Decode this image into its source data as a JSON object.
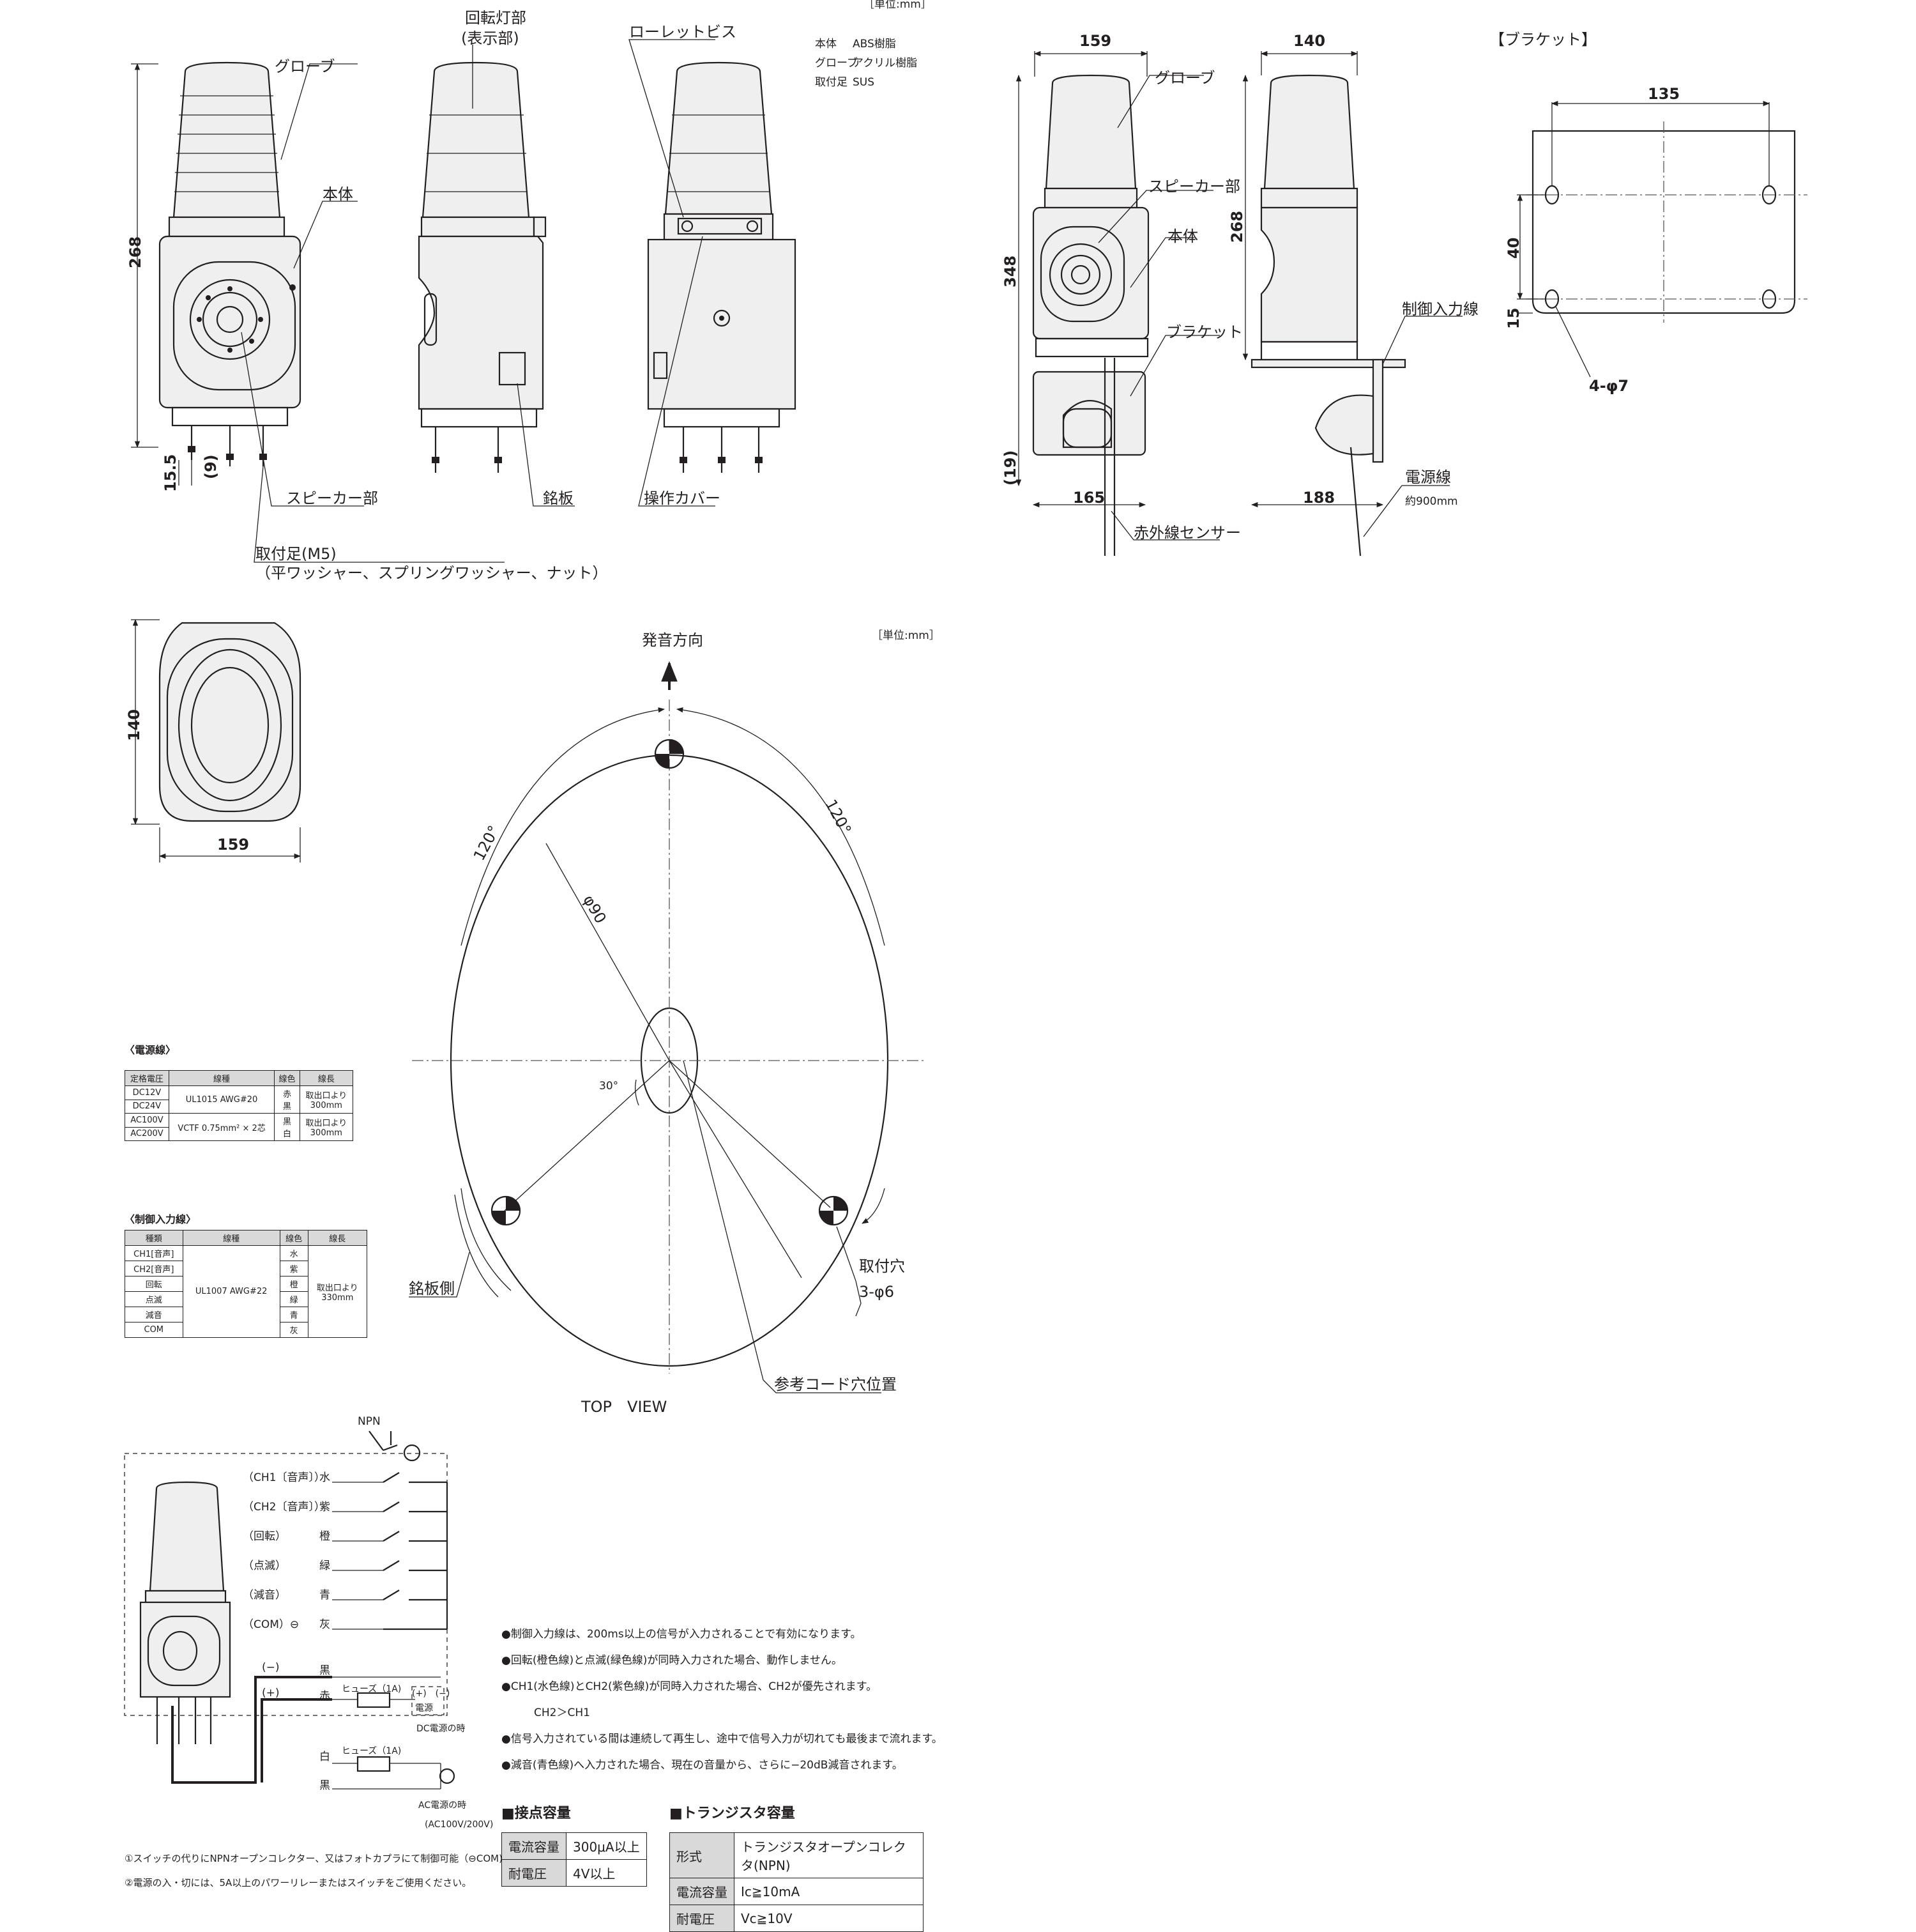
{
  "unit_top": "［単位:mm］",
  "unit_mid": "［単位:mm］",
  "materials": [
    {
      "part": "本体",
      "mat": "ABS樹脂"
    },
    {
      "part": "グローブ",
      "mat": "アクリル樹脂"
    },
    {
      "part": "取付足",
      "mat": "SUS"
    }
  ],
  "front": {
    "globe": "グローブ",
    "body": "本体",
    "speaker": "スピーカー部",
    "foot": "取付足(M5)",
    "foot_sub": "（平ワッシャー、スプリングワッシャー、ナット）",
    "d268": "268",
    "d15_5": "15.5",
    "d9": "(9)"
  },
  "side": {
    "lamp": "回転灯部",
    "lamp_sub": "(表示部)",
    "plate": "銘板"
  },
  "back": {
    "screw": "ローレットビス",
    "cover": "操作カバー"
  },
  "bracket_front": {
    "d159": "159",
    "d348": "348",
    "d19": "(19)",
    "d165": "165",
    "globe": "グローブ",
    "speaker": "スピーカー部",
    "body": "本体",
    "bracket": "ブラケット",
    "sensor": "赤外線センサー"
  },
  "bracket_side": {
    "d140": "140",
    "d268": "268",
    "d188": "188",
    "ctrl": "制御入力線",
    "power": "電源線",
    "power_len": "約900mm"
  },
  "bracket_detail": {
    "title": "【ブラケット】",
    "d135": "135",
    "d40": "40",
    "d15": "15",
    "holes": "4-φ7"
  },
  "top_small": {
    "d140": "140",
    "d159": "159"
  },
  "top_view": {
    "dir": "発音方向",
    "a1": "120°",
    "a2": "120°",
    "phi": "φ90",
    "a30": "30°",
    "hole": "取付穴",
    "hole_n": "3-φ6",
    "plate": "銘板側",
    "cord": "参考コード穴位置",
    "title": "TOP　VIEW"
  },
  "power_table": {
    "title": "〈電源線〉",
    "headers": [
      "定格電圧",
      "線種",
      "線色",
      "線長"
    ],
    "v1": "DC12V",
    "v2": "DC24V",
    "type_dc": "UL1015 AWG#20",
    "col_dc": "赤\n黒",
    "len_dc": "取出口より\n300mm",
    "v3": "AC100V",
    "v4": "AC200V",
    "type_ac": "VCTF 0.75mm² × 2芯",
    "col_ac": "黒\n白",
    "len_ac": "取出口より\n300mm"
  },
  "ctrl_table": {
    "title": "〈制御入力線〉",
    "headers": [
      "種類",
      "線種",
      "線色",
      "線長"
    ],
    "rows": [
      {
        "kind": "CH1[音声]",
        "color": "水"
      },
      {
        "kind": "CH2[音声]",
        "color": "紫"
      },
      {
        "kind": "回転",
        "color": "橙"
      },
      {
        "kind": "点滅",
        "color": "緑"
      },
      {
        "kind": "減音",
        "color": "青"
      },
      {
        "kind": "COM",
        "color": "灰"
      }
    ],
    "type": "UL1007 AWG#22",
    "len": "取出口より\n330mm"
  },
  "wiring": {
    "npn": "NPN",
    "lines": [
      {
        "label": "（CH1〔音声〕）",
        "color": "水"
      },
      {
        "label": "（CH2〔音声〕）",
        "color": "紫"
      },
      {
        "label": "（回転）",
        "color": "橙"
      },
      {
        "label": "（点滅）",
        "color": "緑"
      },
      {
        "label": "（減音）",
        "color": "青"
      },
      {
        "label": "（COM）⊖",
        "color": "灰"
      }
    ],
    "neg": "(−)",
    "pos": "(+)",
    "black": "黒",
    "red": "赤",
    "white": "白",
    "black2": "黒",
    "fuse": "ヒューズ（1A)",
    "dc_pn": "(+)　(−)",
    "dc_src": "電源",
    "dc_when": "DC電源の時",
    "ac_when": "AC電源の時",
    "ac_v": "(AC100V/200V)"
  },
  "notes": [
    "●制御入力線は、200ms以上の信号が入力されることで有効になります。",
    "●回転(橙色線)と点滅(緑色線)が同時入力された場合、動作しません。",
    "●CH1(水色線)とCH2(紫色線)が同時入力された場合、CH2が優先されます。",
    "　　　CH2＞CH1",
    "●信号入力されている間は連続して再生し、途中で信号入力が切れても最後まで流れます。",
    "●減音(青色線)へ入力された場合、現在の音量から、さらに−20dB減音されます。"
  ],
  "footnotes": [
    "①スイッチの代りにNPNオープンコレクター、又はフォトカプラにて制御可能（⊖COM)",
    "②電源の入・切には、5A以上のパワーリレーまたはスイッチをご使用ください。"
  ],
  "contact": {
    "title": "■接点容量",
    "rows": [
      [
        "電流容量",
        "300μA以上"
      ],
      [
        "耐電圧",
        "4V以上"
      ]
    ]
  },
  "transistor": {
    "title": "■トランジスタ容量",
    "rows": [
      [
        "形式",
        "トランジスタオープンコレクタ(NPN)"
      ],
      [
        "電流容量",
        "Ic≧10mA"
      ],
      [
        "耐電圧",
        "Vc≧10V"
      ]
    ]
  }
}
